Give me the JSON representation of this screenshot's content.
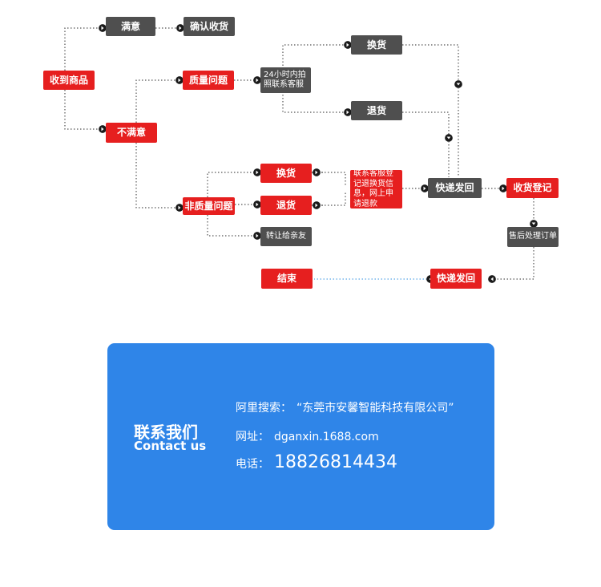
{
  "flowchart": {
    "received": "收到商品",
    "satisfied": "满意",
    "confirm_receipt": "确认收货",
    "unsatisfied": "不满意",
    "quality_issue": "质量问题",
    "contact_24h": "24小时内拍照联系客服",
    "exchange_a": "换货",
    "return_a": "退货",
    "non_quality_issue": "非质量问题",
    "exchange_b": "换货",
    "return_b": "退货",
    "transfer_friend": "转让给亲友",
    "register_info": "联系客服登记退换货信息，网上申请退款",
    "express_ship_back": "快递发回",
    "receipt_register": "收货登记",
    "aftersale_order": "售后处理订单",
    "express_send": "快递发回",
    "end": "结束",
    "colors": {
      "red": "#e61f1f",
      "gray": "#4f4f4f",
      "line": "#555555",
      "blue_line": "#59a6e8"
    }
  },
  "contact": {
    "title_cn": "联系我们",
    "title_en": "Contact us",
    "search_label": "阿里搜索：",
    "search_value": "“东莞市安馨智能科技有限公司”",
    "website_label": "网址：",
    "website_value": "dganxin.1688.com",
    "phone_label": "电话：",
    "phone_value": "18826814434",
    "background": "#2f85e8"
  }
}
